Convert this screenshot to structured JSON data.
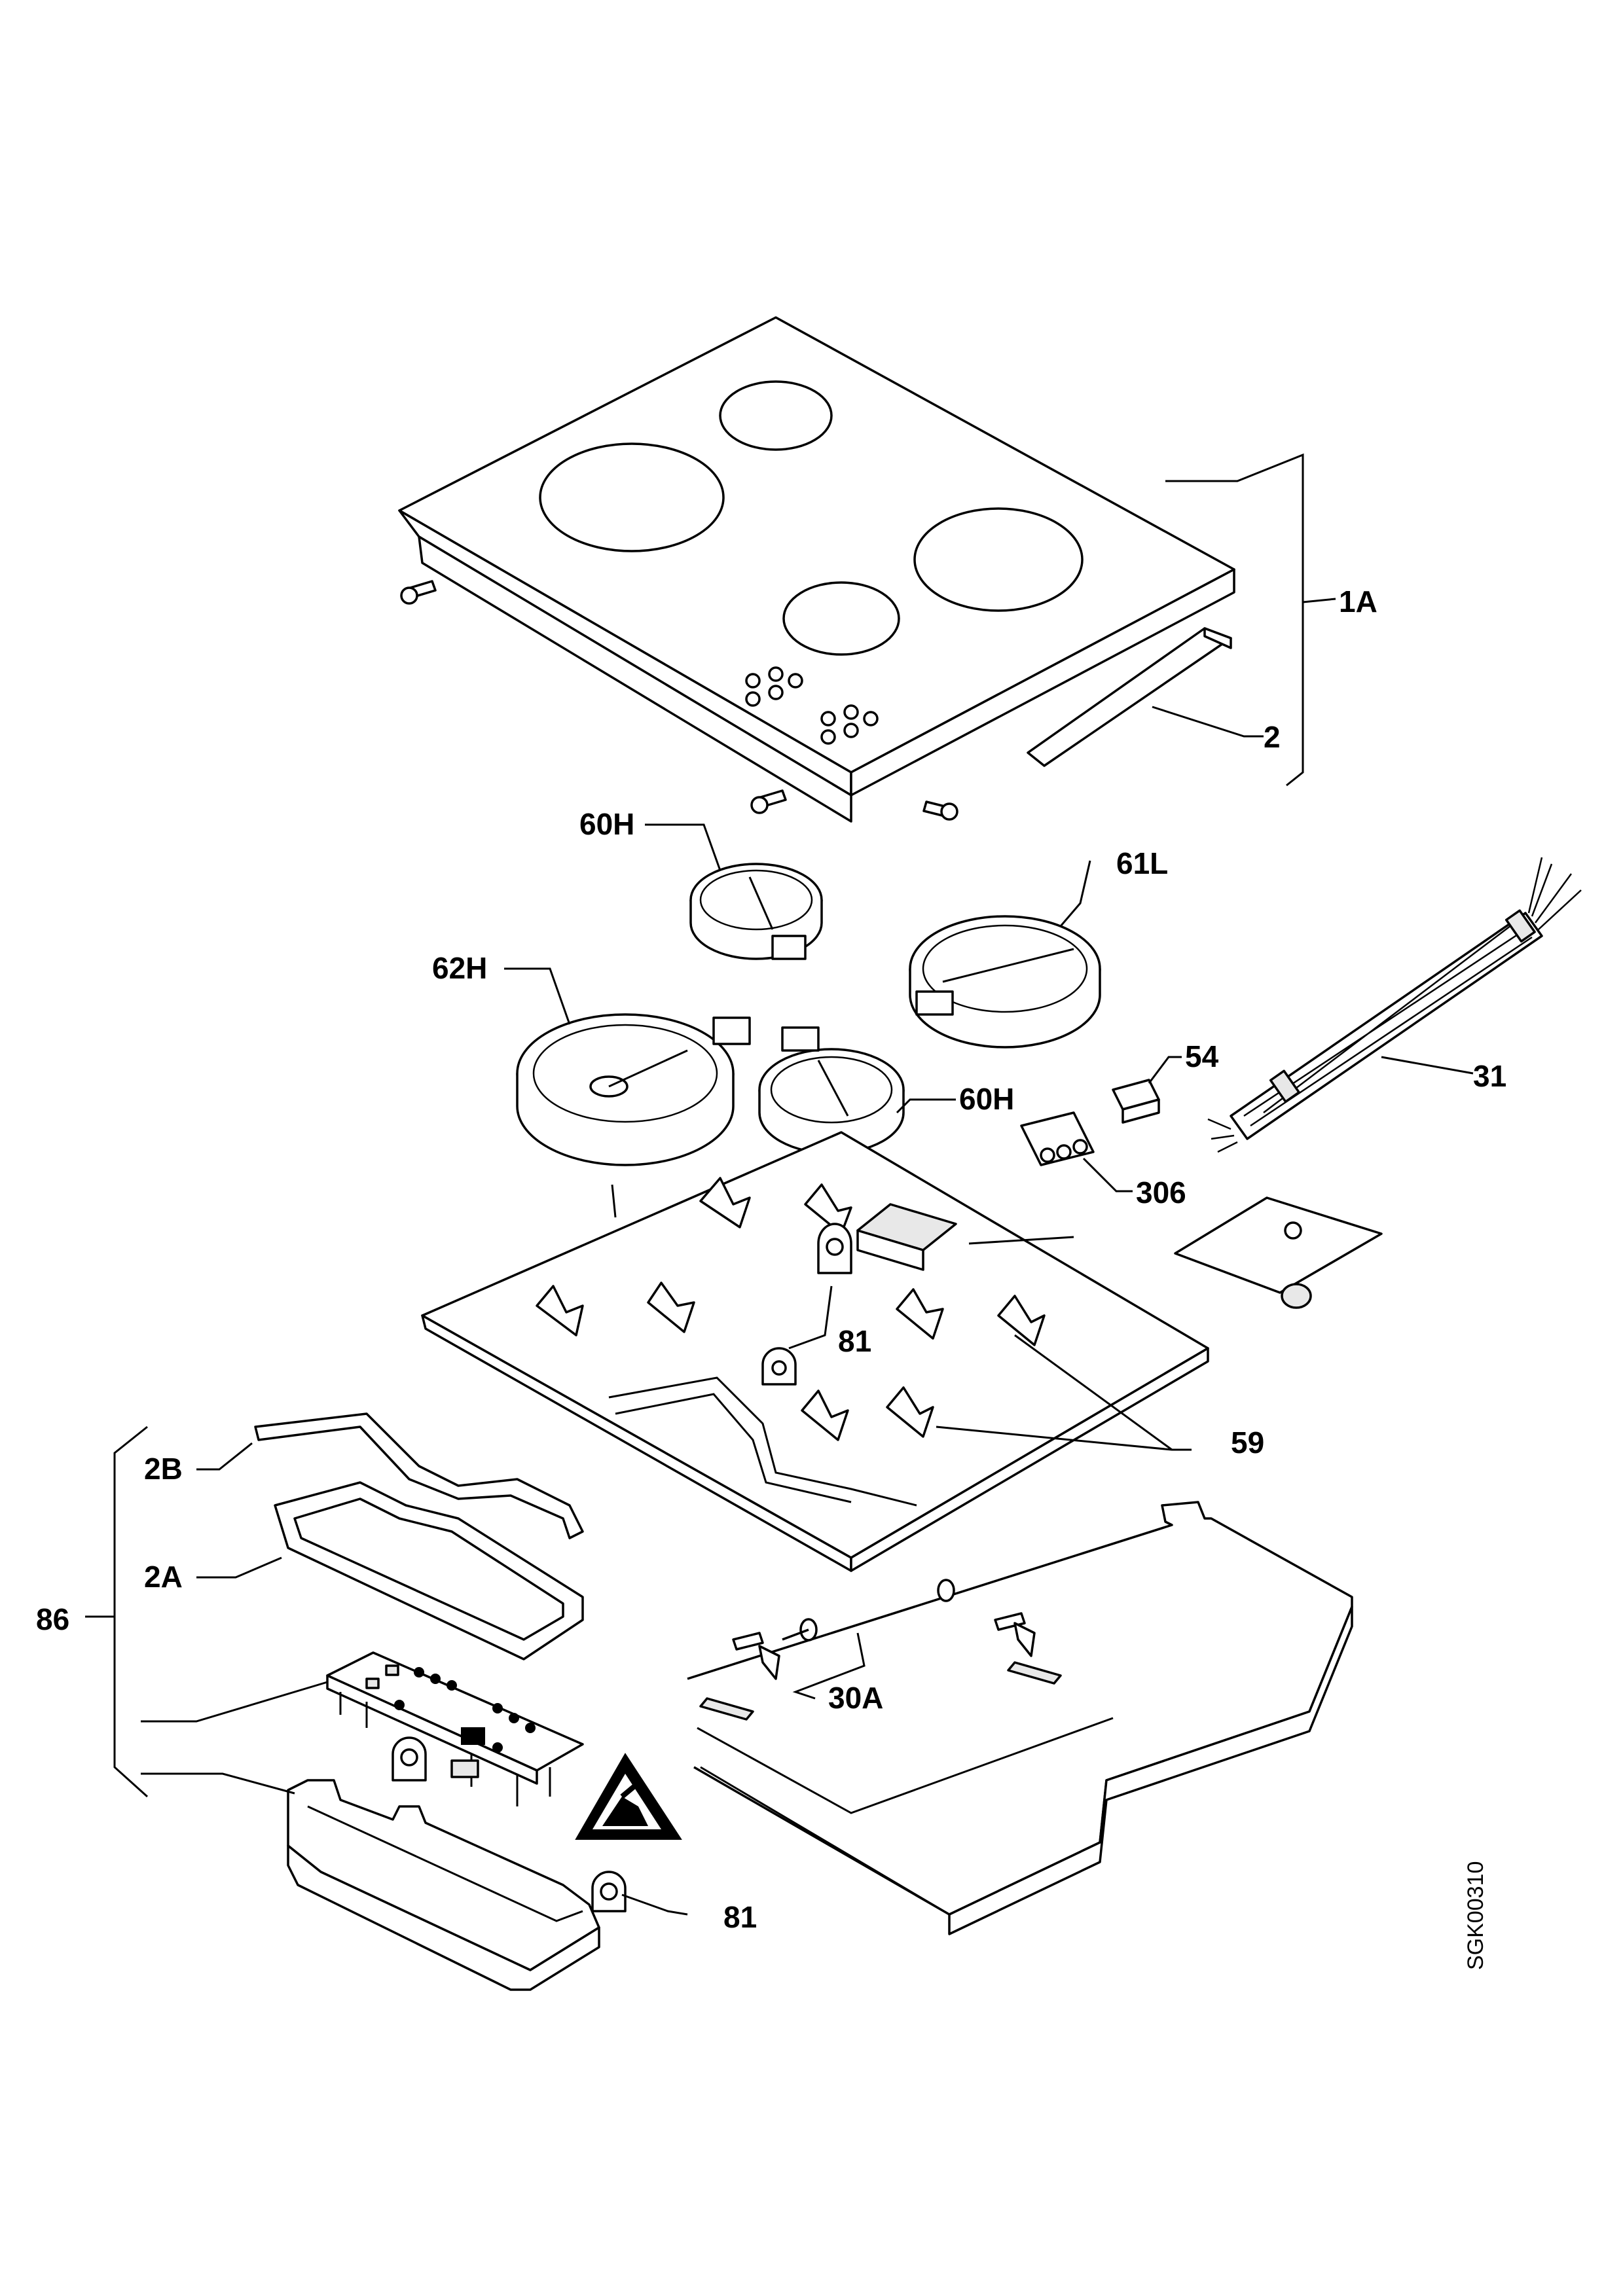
{
  "labels": {
    "l_1A": "1A",
    "l_2": "2",
    "l_60H_a": "60H",
    "l_61L": "61L",
    "l_62H": "62H",
    "l_60H_b": "60H",
    "l_54": "54",
    "l_31": "31",
    "l_306": "306",
    "l_81_a": "81",
    "l_59": "59",
    "l_2B": "2B",
    "l_2A": "2A",
    "l_86": "86",
    "l_30A": "30A",
    "l_81_b": "81"
  },
  "drawing_code": "SGK00310"
}
